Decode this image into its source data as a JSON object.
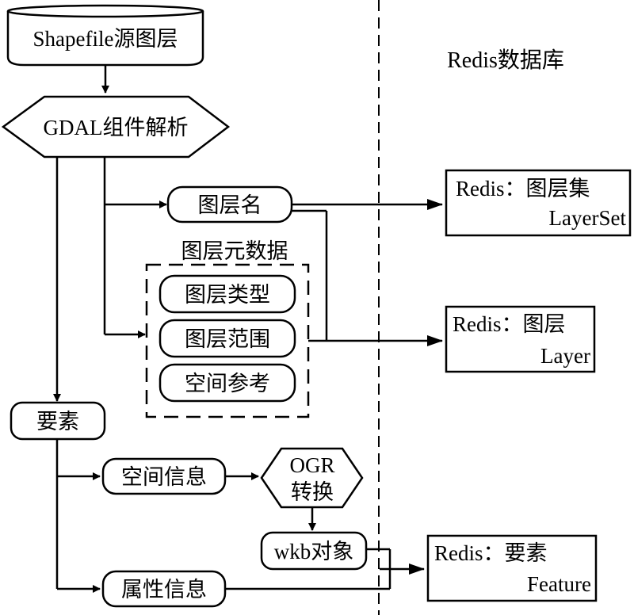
{
  "source": {
    "shapefile_layer": "Shapefile源图层",
    "gdal_parse": "GDAL组件解析"
  },
  "redis_db_label": "Redis数据库",
  "layer_name": "图层名",
  "layer_metadata": {
    "title": "图层元数据",
    "items": [
      "图层类型",
      "图层范围",
      "空间参考"
    ]
  },
  "feature": {
    "label": "要素",
    "spatial_info": "空间信息",
    "attribute_info": "属性信息",
    "ogr_line1": "OGR",
    "ogr_line2": "转换",
    "wkb_object": "wkb对象"
  },
  "redis_targets": {
    "layerset": {
      "line1": "Redis：图层集",
      "line2": "LayerSet"
    },
    "layer": {
      "line1": "Redis：图层",
      "line2": "Layer"
    },
    "feature": {
      "line1": "Redis：要素",
      "line2": "Feature"
    }
  }
}
